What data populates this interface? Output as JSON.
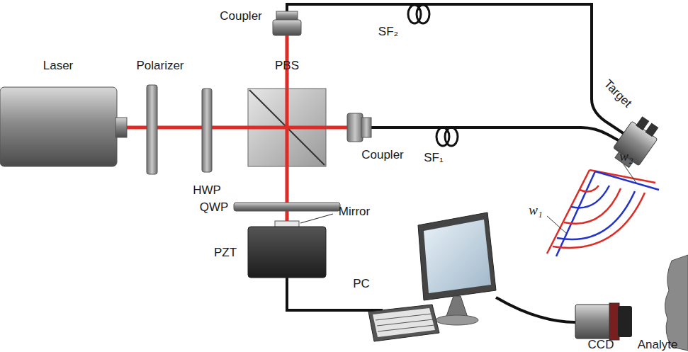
{
  "diagram": {
    "labels": [
      "Laser",
      "Polarizer",
      "HWP",
      "PBS",
      "Coupler",
      "Coupler",
      "SF₁",
      "SF₂",
      "Target",
      "w₂",
      "w₁",
      "QWP",
      "Mirror",
      "PZT",
      "PC",
      "CCD",
      "Analyte"
    ]
  }
}
